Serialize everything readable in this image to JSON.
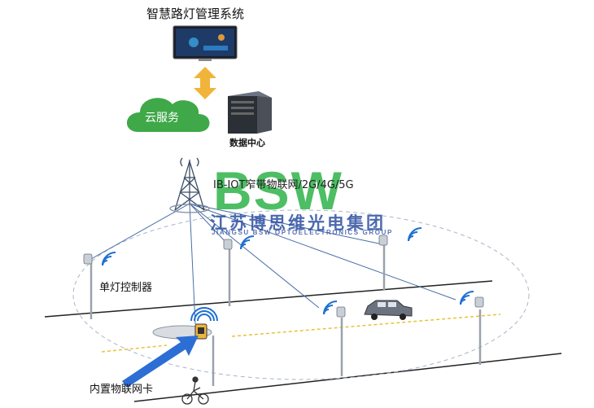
{
  "title": "智慧路灯管理系统",
  "cloud_label": "云服务",
  "datacenter_label": "数据中心",
  "network_label": "IB-IOT窄带物联网/2G/4G/5G",
  "controller_label": "单灯控制器",
  "sim_label": "内置物联网卡",
  "watermark": {
    "brand": "BSW",
    "company_cn": "江苏博思维光电集团",
    "company_en": "JIANGSU BSW OPTOELECTRONICS GROUP"
  },
  "colors": {
    "cloud": "#3fa848",
    "arrow": "#f1b43a",
    "link": "#4a6fa8",
    "tower": "#3a4e66",
    "watermark_green": "#2fb34a",
    "watermark_blue": "#2d4fa0"
  },
  "icons": [
    "monitor-icon",
    "updown-arrow-icon",
    "cloud-icon",
    "server-icon",
    "cell-tower-icon",
    "street-lamp-icon",
    "wifi-signal-icon",
    "car-icon",
    "cyclist-icon"
  ]
}
